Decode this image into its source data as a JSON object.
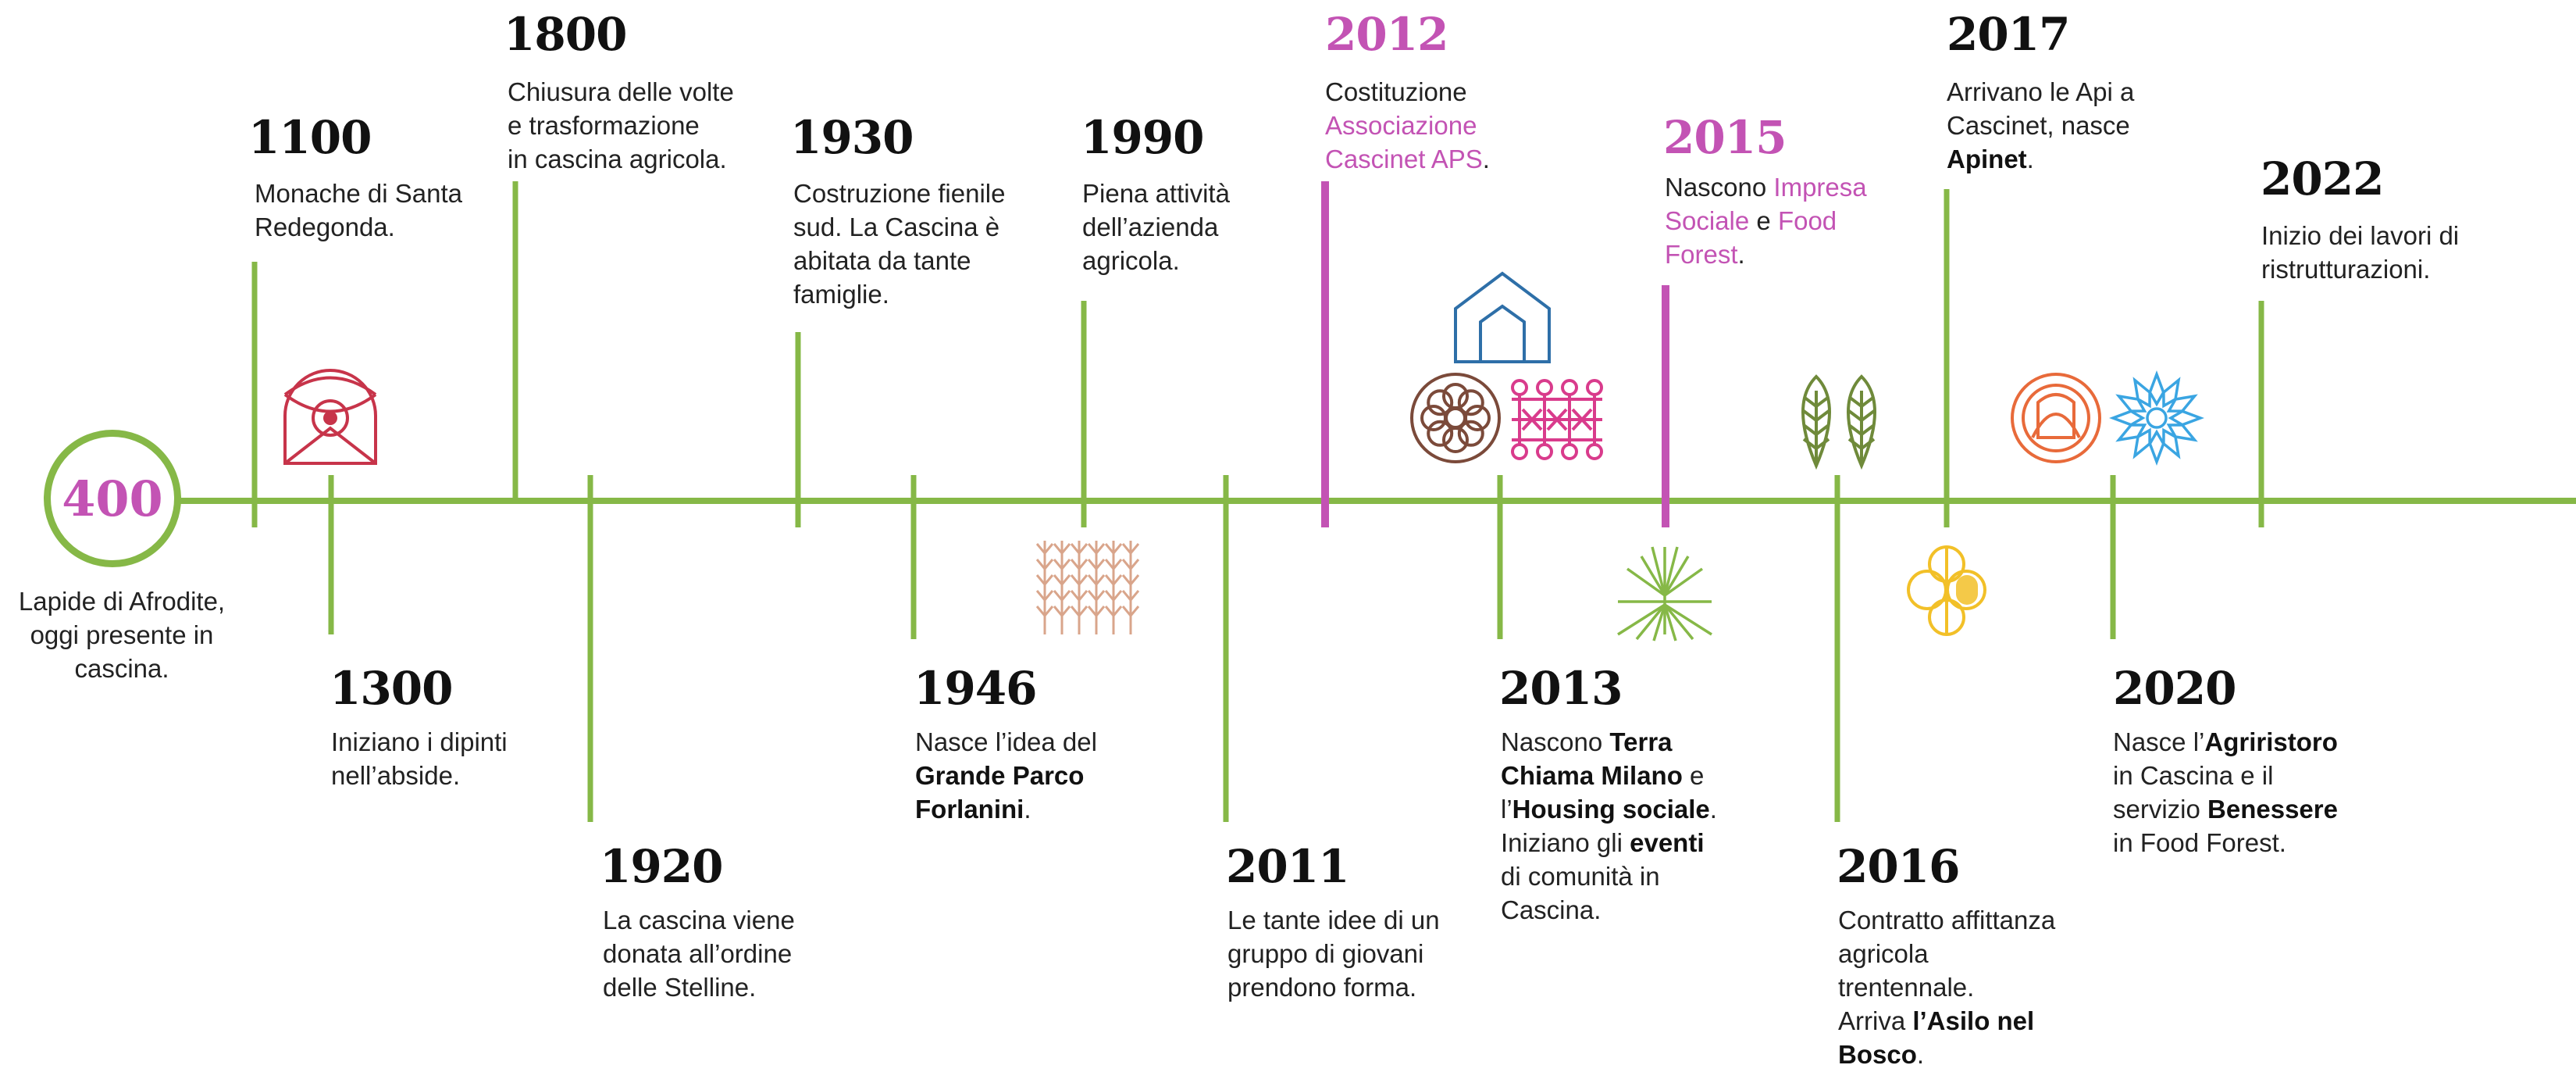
{
  "colors": {
    "line": "#86b847",
    "accent": "#c353b4",
    "text": "#222222"
  },
  "origin": {
    "year": "400",
    "lines": [
      [
        {
          "t": "Lapide di Afrodite,"
        }
      ],
      [
        {
          "t": "oggi presente in"
        }
      ],
      [
        {
          "t": "cascina."
        }
      ]
    ]
  },
  "events": [
    {
      "id": "1100",
      "year": "1100",
      "icon": "eye-arch-icon",
      "lines": [
        [
          {
            "t": "Monache di Santa"
          }
        ],
        [
          {
            "t": "Redegonda."
          }
        ]
      ]
    },
    {
      "id": "1300",
      "year": "1300",
      "icon": "",
      "lines": [
        [
          {
            "t": "Iniziano i dipinti"
          }
        ],
        [
          {
            "t": "nell’abside."
          }
        ]
      ]
    },
    {
      "id": "1800",
      "year": "1800",
      "icon": "",
      "lines": [
        [
          {
            "t": "Chiusura delle volte"
          }
        ],
        [
          {
            "t": "e trasformazione"
          }
        ],
        [
          {
            "t": "in cascina agricola."
          }
        ]
      ]
    },
    {
      "id": "1920",
      "year": "1920",
      "icon": "",
      "lines": [
        [
          {
            "t": "La cascina viene"
          }
        ],
        [
          {
            "t": "donata all’ordine"
          }
        ],
        [
          {
            "t": "delle Stelline."
          }
        ]
      ]
    },
    {
      "id": "1930",
      "year": "1930",
      "icon": "",
      "lines": [
        [
          {
            "t": "Costruzione fienile"
          }
        ],
        [
          {
            "t": "sud. La Cascina è"
          }
        ],
        [
          {
            "t": "abitata da tante"
          }
        ],
        [
          {
            "t": "famiglie."
          }
        ]
      ]
    },
    {
      "id": "1946",
      "year": "1946",
      "icon": "wheat-icon",
      "lines": [
        [
          {
            "t": "Nasce l’idea del"
          }
        ],
        [
          {
            "t": "Grande Parco",
            "s": "b"
          }
        ],
        [
          {
            "t": "Forlanini",
            "s": "b"
          },
          {
            "t": "."
          }
        ]
      ]
    },
    {
      "id": "1990",
      "year": "1990",
      "icon": "",
      "lines": [
        [
          {
            "t": "Piena attività"
          }
        ],
        [
          {
            "t": "dell’azienda"
          }
        ],
        [
          {
            "t": "agricola."
          }
        ]
      ]
    },
    {
      "id": "2011",
      "year": "2011",
      "icon": "",
      "lines": [
        [
          {
            "t": "Le tante idee di un"
          }
        ],
        [
          {
            "t": "gruppo di giovani"
          }
        ],
        [
          {
            "t": "prendono forma."
          }
        ]
      ]
    },
    {
      "id": "2012",
      "year": "2012",
      "icon": "",
      "lines": [
        [
          {
            "t": "Costituzione"
          }
        ],
        [
          {
            "t": "Associazione",
            "s": "pk"
          }
        ],
        [
          {
            "t": "Cascinet APS",
            "s": "pk"
          },
          {
            "t": "."
          }
        ]
      ]
    },
    {
      "id": "2013",
      "year": "2013",
      "icon": "house-flower-people-icon",
      "lines": [
        [
          {
            "t": "Nascono "
          },
          {
            "t": "Terra",
            "s": "b"
          }
        ],
        [
          {
            "t": "Chiama Milano",
            "s": "b"
          },
          {
            "t": " e"
          }
        ],
        [
          {
            "t": "l’"
          },
          {
            "t": "Housing sociale",
            "s": "b"
          },
          {
            "t": "."
          }
        ],
        [
          {
            "t": "Iniziano gli "
          },
          {
            "t": "eventi",
            "s": "b"
          }
        ],
        [
          {
            "t": "di comunità in"
          }
        ],
        [
          {
            "t": "Cascina."
          }
        ]
      ]
    },
    {
      "id": "2015",
      "year": "2015",
      "icon": "tree-roots-icon",
      "lines": [
        [
          {
            "t": "Nascono "
          },
          {
            "t": "Impresa",
            "s": "pk"
          }
        ],
        [
          {
            "t": "Sociale",
            "s": "pk"
          },
          {
            "t": " e "
          },
          {
            "t": "Food",
            "s": "pk"
          }
        ],
        [
          {
            "t": "Forest",
            "s": "pk"
          },
          {
            "t": "."
          }
        ]
      ]
    },
    {
      "id": "2016",
      "year": "2016",
      "icon": "trees-icon",
      "lines": [
        [
          {
            "t": "Contratto affittanza"
          }
        ],
        [
          {
            "t": "agricola"
          }
        ],
        [
          {
            "t": "trentennale."
          }
        ],
        [
          {
            "t": "Arriva "
          },
          {
            "t": "l’Asilo nel",
            "s": "b"
          }
        ],
        [
          {
            "t": "Bosco",
            "s": "b"
          },
          {
            "t": "."
          }
        ]
      ]
    },
    {
      "id": "2017",
      "year": "2017",
      "icon": "bee-icon",
      "lines": [
        [
          {
            "t": "Arrivano le Api a"
          }
        ],
        [
          {
            "t": "Cascinet, nasce"
          }
        ],
        [
          {
            "t": "Apinet",
            "s": "b"
          },
          {
            "t": "."
          }
        ]
      ]
    },
    {
      "id": "2020",
      "year": "2020",
      "icon": "agriristoro-flower-icon",
      "lines": [
        [
          {
            "t": "Nasce l’"
          },
          {
            "t": "Agriristoro",
            "s": "b"
          }
        ],
        [
          {
            "t": "in Cascina e il"
          }
        ],
        [
          {
            "t": "servizio "
          },
          {
            "t": "Benessere",
            "s": "b"
          }
        ],
        [
          {
            "t": "in Food Forest."
          }
        ]
      ]
    },
    {
      "id": "2022",
      "year": "2022",
      "icon": "",
      "lines": [
        [
          {
            "t": "Inizio dei lavori di"
          }
        ],
        [
          {
            "t": "ristrutturazioni."
          }
        ]
      ]
    }
  ]
}
